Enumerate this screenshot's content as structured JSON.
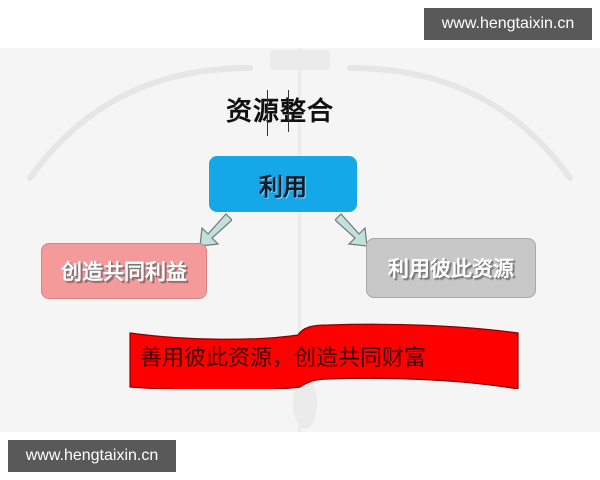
{
  "watermarks": {
    "top": "www.hengtaixin.cn",
    "bottom": "www.hengtaixin.cn"
  },
  "diagram": {
    "title": "资源整合",
    "center_node": "利用",
    "left_node": "创造共同利益",
    "right_node": "利用彼此资源",
    "banner": "善用彼此资源，创造共同财富"
  },
  "colors": {
    "center_node": "#14a8e8",
    "left_node": "#f59a9a",
    "right_node": "#c8c8c8",
    "banner": "#ff0000",
    "arrow_fill": "#c4e0dc",
    "watermark_bg": "#595959",
    "slide_bg": "#f5f5f5"
  },
  "icons": {
    "arrows": [
      "arrow-down-left-icon",
      "arrow-down-right-icon"
    ]
  }
}
